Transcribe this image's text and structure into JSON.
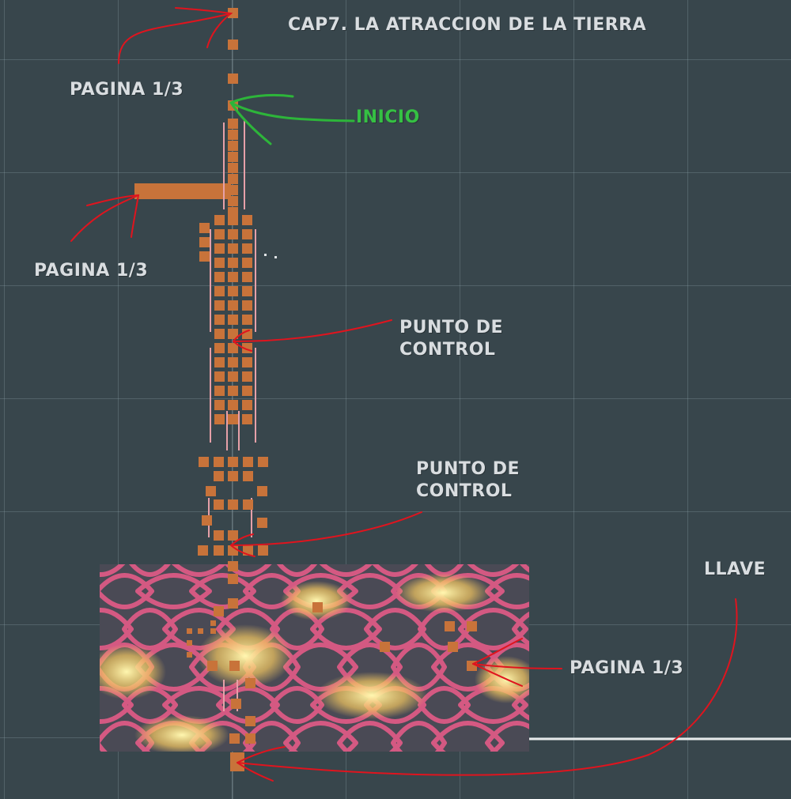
{
  "title": "CAP7. LA ATRACCION DE LA TIERRA",
  "labels": {
    "pagina_top": "PAGINA 1/3",
    "inicio": "INICIO",
    "pagina_left": "PAGINA 1/3",
    "punto_control_1_line1": "PUNTO DE",
    "punto_control_1_line2": "CONTROL",
    "punto_control_2_line1": "PUNTO DE",
    "punto_control_2_line2": "CONTROL",
    "llave": "LLAVE",
    "pagina_right": "PAGINA 1/3"
  },
  "colors": {
    "background": "#38464c",
    "block": "#c8733a",
    "annotation_red": "#e0141e",
    "annotation_green": "#2db53a",
    "lava_dark": "#4a4a55",
    "lava_pink": "#e8608a",
    "lava_yellow": "#f8e088"
  }
}
